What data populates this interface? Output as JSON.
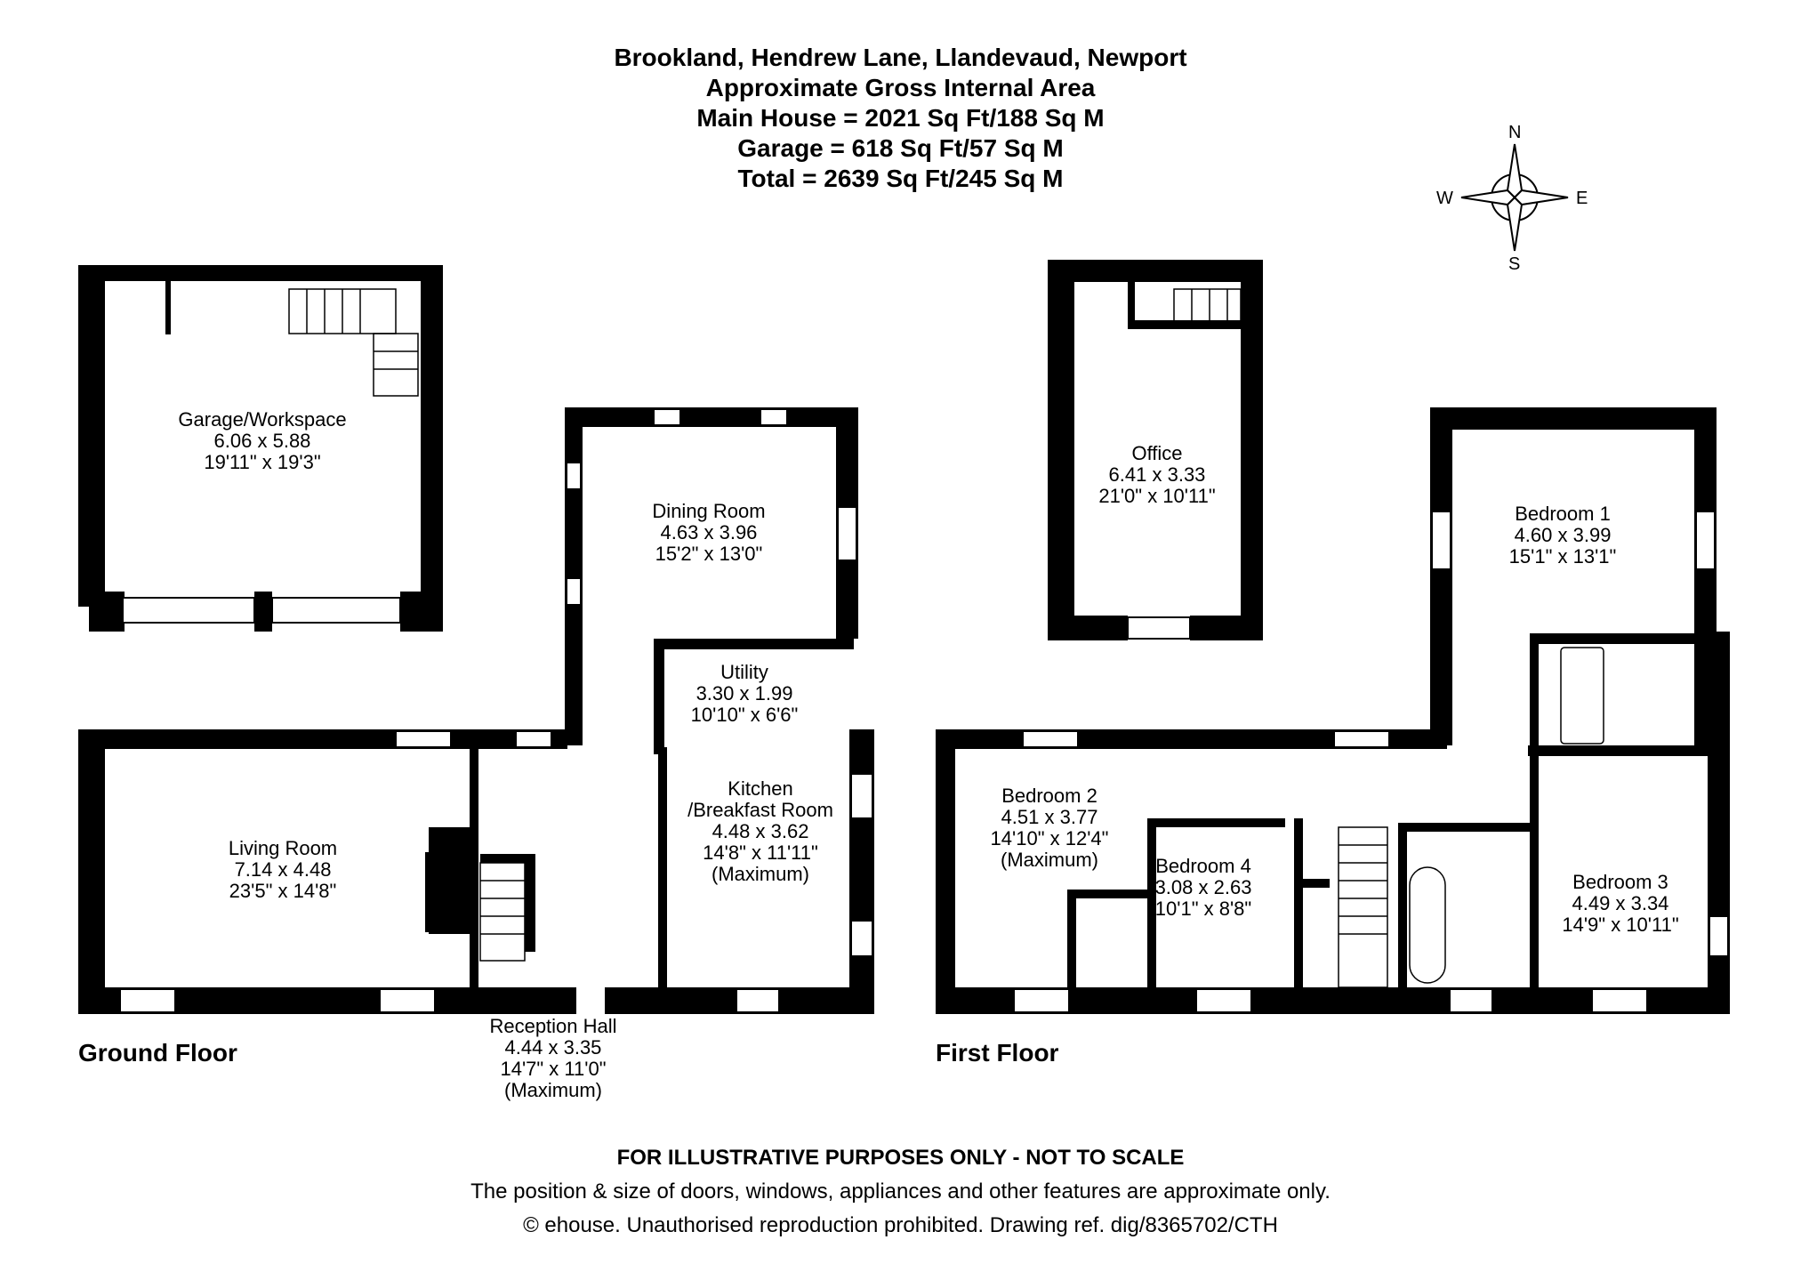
{
  "header": {
    "address": "Brookland, Hendrew Lane, Llandevaud, Newport",
    "area_title": "Approximate Gross Internal Area",
    "main_house": "Main House = 2021 Sq Ft/188 Sq M",
    "garage": "Garage = 618 Sq Ft/57 Sq M",
    "total": "Total = 2639 Sq Ft/245 Sq M"
  },
  "compass": {
    "n": "N",
    "s": "S",
    "e": "E",
    "w": "W"
  },
  "floors": {
    "ground": "Ground Floor",
    "first": "First Floor"
  },
  "rooms": {
    "garage": {
      "name": "Garage/Workspace",
      "metric": "6.06 x 5.88",
      "imperial": "19'11\" x 19'3\""
    },
    "dining": {
      "name": "Dining Room",
      "metric": "4.63 x 3.96",
      "imperial": "15'2\" x 13'0\""
    },
    "utility": {
      "name": "Utility",
      "metric": "3.30 x 1.99",
      "imperial": "10'10\" x 6'6\""
    },
    "kitchen": {
      "name": "Kitchen",
      "name2": "/Breakfast Room",
      "metric": "4.48 x 3.62",
      "imperial": "14'8\" x 11'11\"",
      "note": "(Maximum)"
    },
    "living": {
      "name": "Living Room",
      "metric": "7.14 x 4.48",
      "imperial": "23'5\" x 14'8\""
    },
    "reception": {
      "name": "Reception Hall",
      "metric": "4.44 x 3.35",
      "imperial": "14'7\" x 11'0\"",
      "note": "(Maximum)"
    },
    "office": {
      "name": "Office",
      "metric": "6.41 x 3.33",
      "imperial": "21'0\" x 10'11\""
    },
    "bedroom1": {
      "name": "Bedroom 1",
      "metric": "4.60 x 3.99",
      "imperial": "15'1\" x 13'1\""
    },
    "bedroom2": {
      "name": "Bedroom 2",
      "metric": "4.51 x 3.77",
      "imperial": "14'10\" x 12'4\"",
      "note": "(Maximum)"
    },
    "bedroom3": {
      "name": "Bedroom 3",
      "metric": "4.49 x 3.34",
      "imperial": "14'9\" x 10'11\""
    },
    "bedroom4": {
      "name": "Bedroom 4",
      "metric": "3.08 x 2.63",
      "imperial": "10'1\" x 8'8\""
    }
  },
  "footer": {
    "disclaimer": "FOR ILLUSTRATIVE PURPOSES ONLY - NOT TO SCALE",
    "note": "The position & size of doors, windows, appliances and other features are approximate only.",
    "copyright": "© ehouse. Unauthorised reproduction prohibited. Drawing ref. dig/8365702/CTH"
  }
}
